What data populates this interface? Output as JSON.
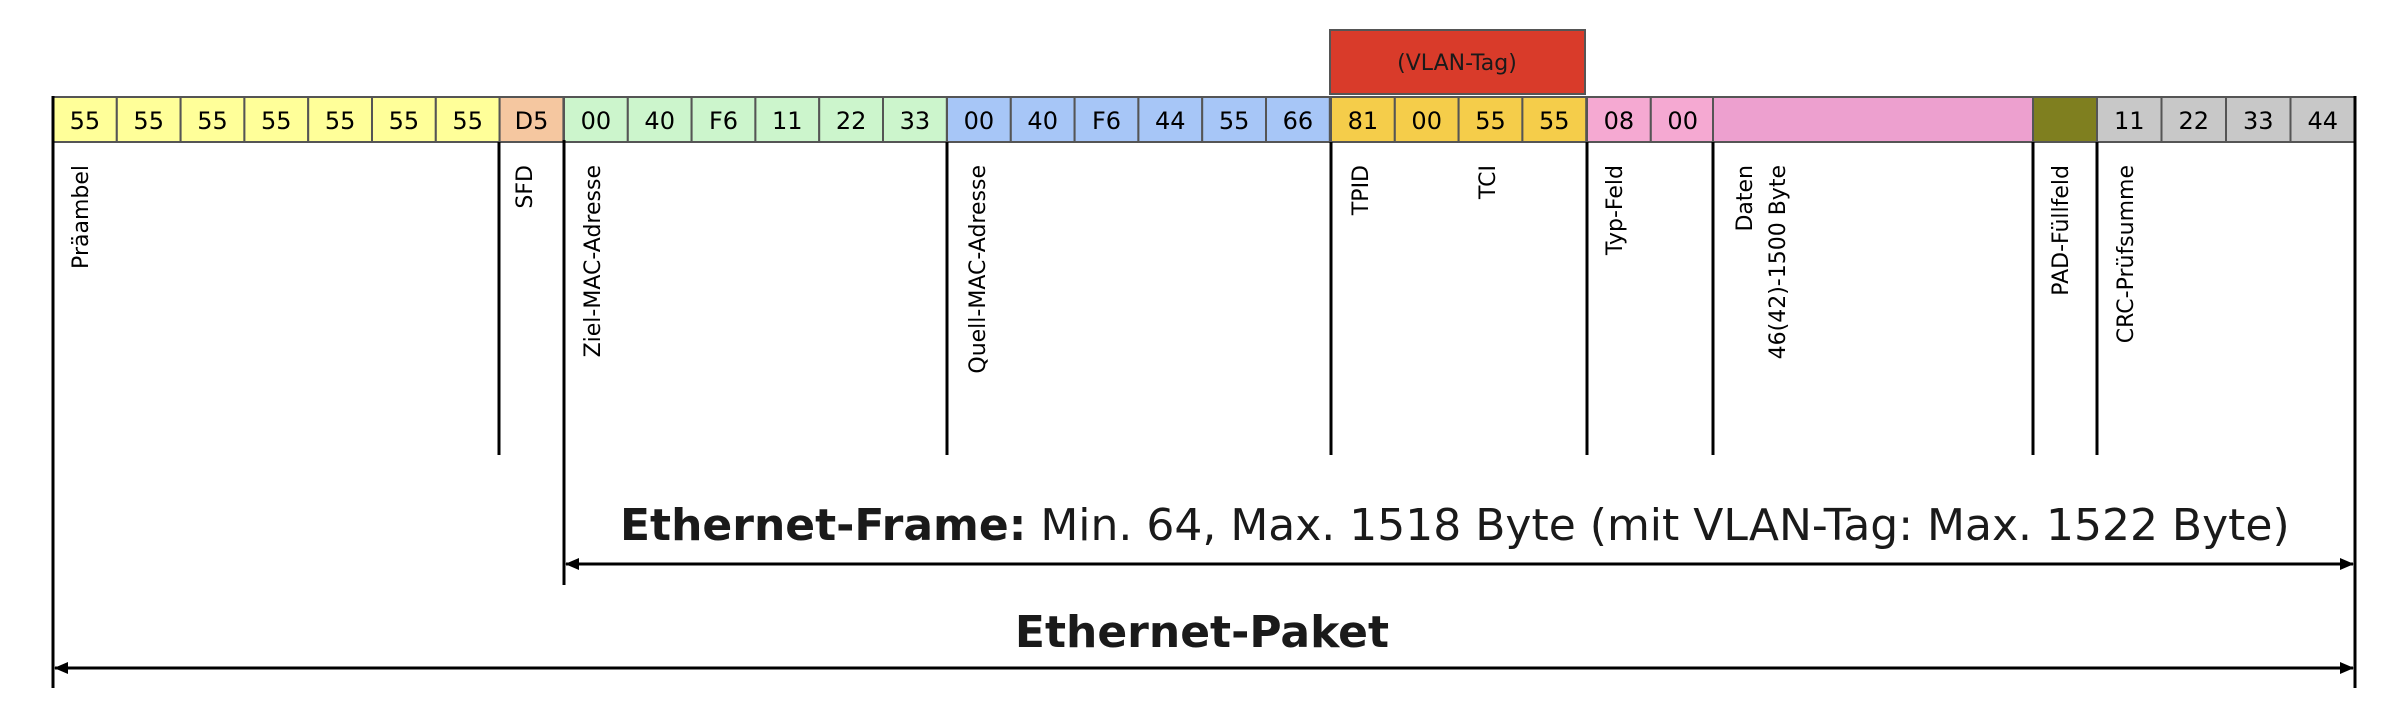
{
  "vlan_tag": {
    "label": "(VLAN-Tag)"
  },
  "colors": {
    "preamble": "#ffff99",
    "sfd": "#f5c7a0",
    "dest_mac": "#ccf5cc",
    "src_mac": "#a7c6f7",
    "vlan": "#f5cd4a",
    "vlan_header": "#d93b2a",
    "type": "#f5a9d2",
    "data": "#eda0cf",
    "pad": "#7f7f1f",
    "crc": "#c8c8c8"
  },
  "fields": [
    {
      "id": "preamble",
      "label": "Präambel",
      "bytes": [
        "55",
        "55",
        "55",
        "55",
        "55",
        "55",
        "55"
      ]
    },
    {
      "id": "sfd",
      "label": "SFD",
      "bytes": [
        "D5"
      ]
    },
    {
      "id": "dest_mac",
      "label": "Ziel-MAC-Adresse",
      "bytes": [
        "00",
        "40",
        "F6",
        "11",
        "22",
        "33"
      ]
    },
    {
      "id": "src_mac",
      "label": "Quell-MAC-Adresse",
      "bytes": [
        "00",
        "40",
        "F6",
        "44",
        "55",
        "66"
      ]
    },
    {
      "id": "tpid",
      "label": "TPID",
      "bytes": [
        "81",
        "00"
      ]
    },
    {
      "id": "tci",
      "label": "TCI",
      "bytes": [
        "55",
        "55"
      ]
    },
    {
      "id": "type",
      "label": "Typ-Feld",
      "bytes": [
        "08",
        "00"
      ]
    },
    {
      "id": "data",
      "label": "Daten",
      "label2": "46(42)-1500 Byte",
      "bytes": []
    },
    {
      "id": "pad",
      "label": "PAD-Füllfeld",
      "bytes": []
    },
    {
      "id": "crc",
      "label": "CRC-Prüfsumme",
      "bytes": [
        "11",
        "22",
        "33",
        "44"
      ]
    }
  ],
  "frame": {
    "title": "Ethernet-Frame:",
    "text": " Min. 64, Max. 1518 Byte (mit VLAN-Tag: Max. 1522 Byte)"
  },
  "packet": {
    "title": "Ethernet-Paket"
  }
}
